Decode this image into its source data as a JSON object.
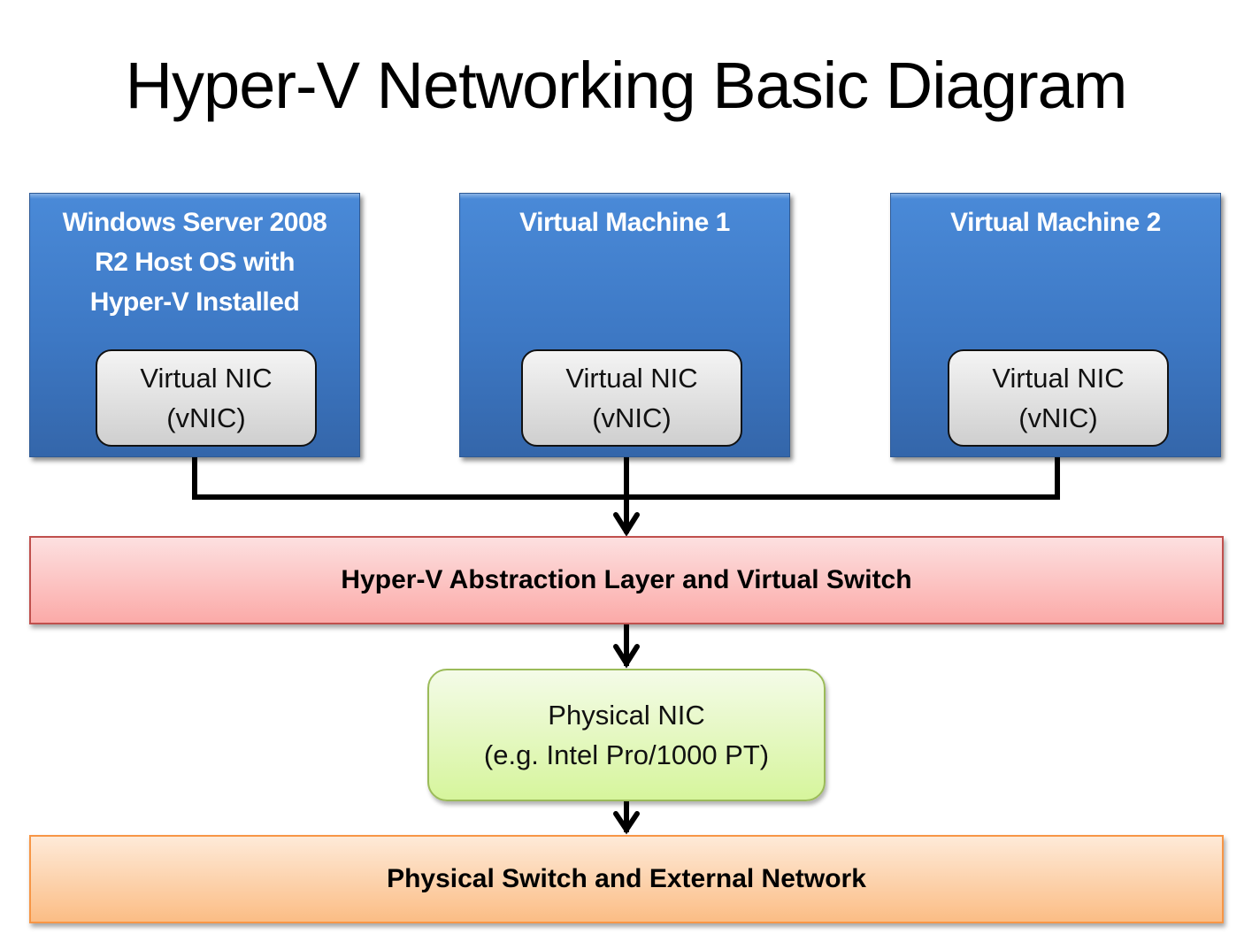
{
  "title": "Hyper-V Networking Basic Diagram",
  "nodes": {
    "host": {
      "title_lines": [
        "Windows Server 2008",
        "R2 Host OS with",
        "Hyper-V Installed"
      ],
      "vnic": [
        "Virtual NIC",
        "(vNIC)"
      ]
    },
    "vm1": {
      "title_lines": [
        "Virtual Machine 1"
      ],
      "vnic": [
        "Virtual NIC",
        "(vNIC)"
      ]
    },
    "vm2": {
      "title_lines": [
        "Virtual Machine 2"
      ],
      "vnic": [
        "Virtual NIC",
        "(vNIC)"
      ]
    },
    "hyperv_layer": {
      "label": "Hyper-V Abstraction Layer and Virtual Switch"
    },
    "physical_nic": {
      "lines": [
        "Physical NIC",
        "(e.g. Intel Pro/1000 PT)"
      ]
    },
    "physical_network": {
      "label": "Physical Switch and External Network"
    }
  },
  "edges": [
    {
      "from": "host.vnic",
      "to": "hyperv_layer"
    },
    {
      "from": "vm1.vnic",
      "to": "hyperv_layer"
    },
    {
      "from": "vm2.vnic",
      "to": "hyperv_layer"
    },
    {
      "from": "hyperv_layer",
      "to": "physical_nic"
    },
    {
      "from": "physical_nic",
      "to": "physical_network"
    }
  ],
  "colors": {
    "vm_box": "#4281d3",
    "vnic_box": "#e0e0e0",
    "hyperv_layer": "#fbc4c3",
    "hyperv_border": "#c0504d",
    "physical_nic": "#e6f8c2",
    "physical_nic_border": "#9bbb59",
    "physical_network": "#fcd3ae",
    "physical_network_border": "#f79646"
  }
}
